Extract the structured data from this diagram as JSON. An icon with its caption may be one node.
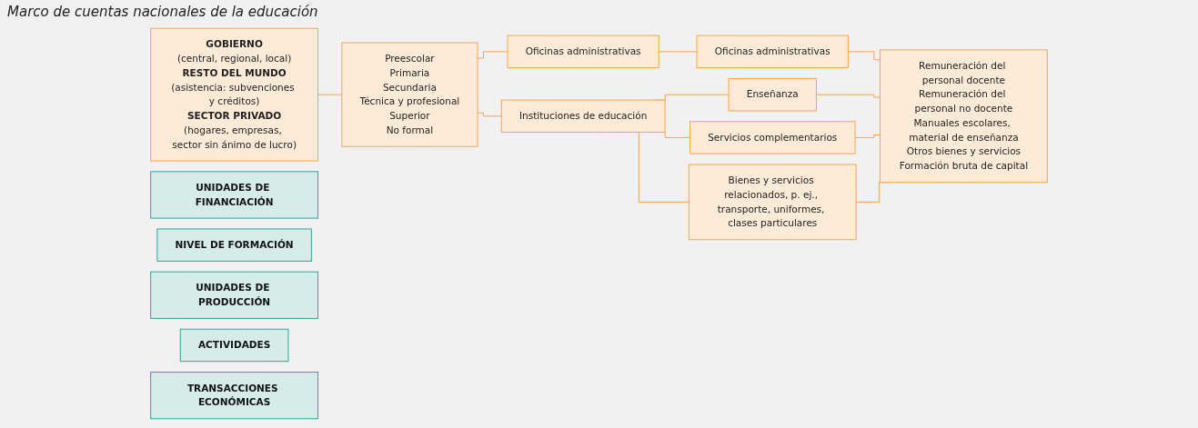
{
  "diagram": {
    "title": "Marco de cuentas nacionales de la educación",
    "nodes": [
      {
        "text": [
          "GOBIERNO",
          "(central, regional, local)",
          "RESTO DEL MUNDO",
          "(asistencia: subvenciones y créditos)",
          "SECTOR PRIVADO",
          "(hogares, empresas, sector sin ánimo de lucro)"
        ]
      },
      {
        "text": [
          "Preescolar",
          "Primaria",
          "Secundaria",
          "Técnica y profesional",
          "Superior",
          "No formal"
        ]
      },
      {
        "text": [
          "Oficinas administrativas"
        ]
      },
      {
        "text": [
          "Instituciones de educación"
        ]
      },
      {
        "text": [
          "Oficinas administrativas"
        ]
      },
      {
        "text": [
          "Enseñanza"
        ]
      },
      {
        "text": [
          "Servicios complementarios"
        ]
      },
      {
        "text": [
          "Bienes y servicios relacionados, p. ej., transporte, uniformes, clases particulares"
        ]
      },
      {
        "text": [
          "Remuneración del personal docente",
          "Remuneración del personal no docente",
          "Manuales escolares, material de enseñanza",
          "Otros bienes y servicios",
          "Formación bruta de capital"
        ]
      },
      {
        "text": [
          "UNIDADES DE FINANCIACIÓN"
        ]
      },
      {
        "text": [
          "NIVEL DE FORMACIÓN"
        ]
      },
      {
        "text": [
          "UNIDADES DE PRODUCCIÓN"
        ]
      },
      {
        "text": [
          "ACTIVIDADES"
        ]
      },
      {
        "text": [
          "TRANSACCIONES ECONÓMICAS"
        ]
      }
    ],
    "edges": [
      {
        "from": 0,
        "to": 1,
        "arrow": "none"
      },
      {
        "from": 1,
        "to": 2,
        "arrow": "none"
      },
      {
        "from": 1,
        "to": 3,
        "arrow": "none"
      },
      {
        "from": 2,
        "to": 4,
        "arrow": "none"
      },
      {
        "from": 3,
        "to": 5,
        "arrow": "none"
      },
      {
        "from": 3,
        "to": 6,
        "arrow": "none"
      },
      {
        "from": 3,
        "to": 7,
        "arrow": "none"
      },
      {
        "from": 4,
        "to": 8,
        "arrow": "none"
      },
      {
        "from": 5,
        "to": 8,
        "arrow": "none"
      },
      {
        "from": 6,
        "to": 8,
        "arrow": "none"
      },
      {
        "from": 7,
        "to": 8,
        "arrow": "none"
      }
    ]
  }
}
